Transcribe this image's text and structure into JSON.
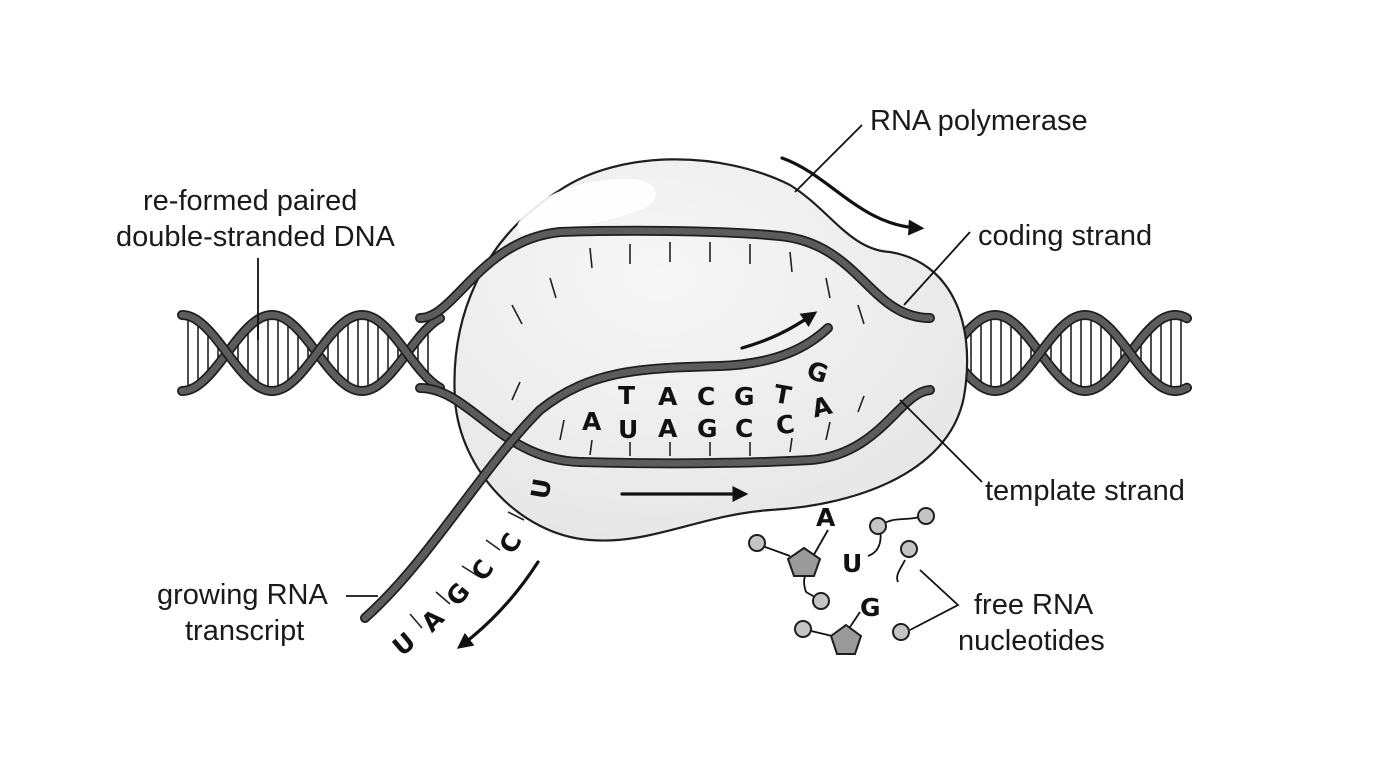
{
  "labels": {
    "rna_polymerase": "RNA polymerase",
    "reformed_dna_line1": "re-formed paired",
    "reformed_dna_line2": "double-stranded DNA",
    "coding_strand": "coding strand",
    "template_strand": "template strand",
    "growing_rna_line1": "growing RNA",
    "growing_rna_line2": "transcript",
    "free_nucleotides_line1": "free RNA",
    "free_nucleotides_line2": "nucleotides"
  },
  "bubble_bases": {
    "template": [
      "T",
      "A",
      "C",
      "G",
      "T",
      "G"
    ],
    "rna": [
      "A",
      "U",
      "A",
      "G",
      "C",
      "C",
      "A"
    ]
  },
  "transcript_bases": [
    "U",
    "C",
    "C",
    "G",
    "A",
    "U"
  ],
  "free_nucleotides": [
    "A",
    "U",
    "G"
  ],
  "colors": {
    "strand": "#5c5c5c",
    "strand_outline": "#1e1e1e",
    "polymerase_fill": "#eeeeee",
    "pentagon_fill": "#9a9a9a",
    "phosphate_fill": "#c4c4c4",
    "ink": "#111111"
  }
}
